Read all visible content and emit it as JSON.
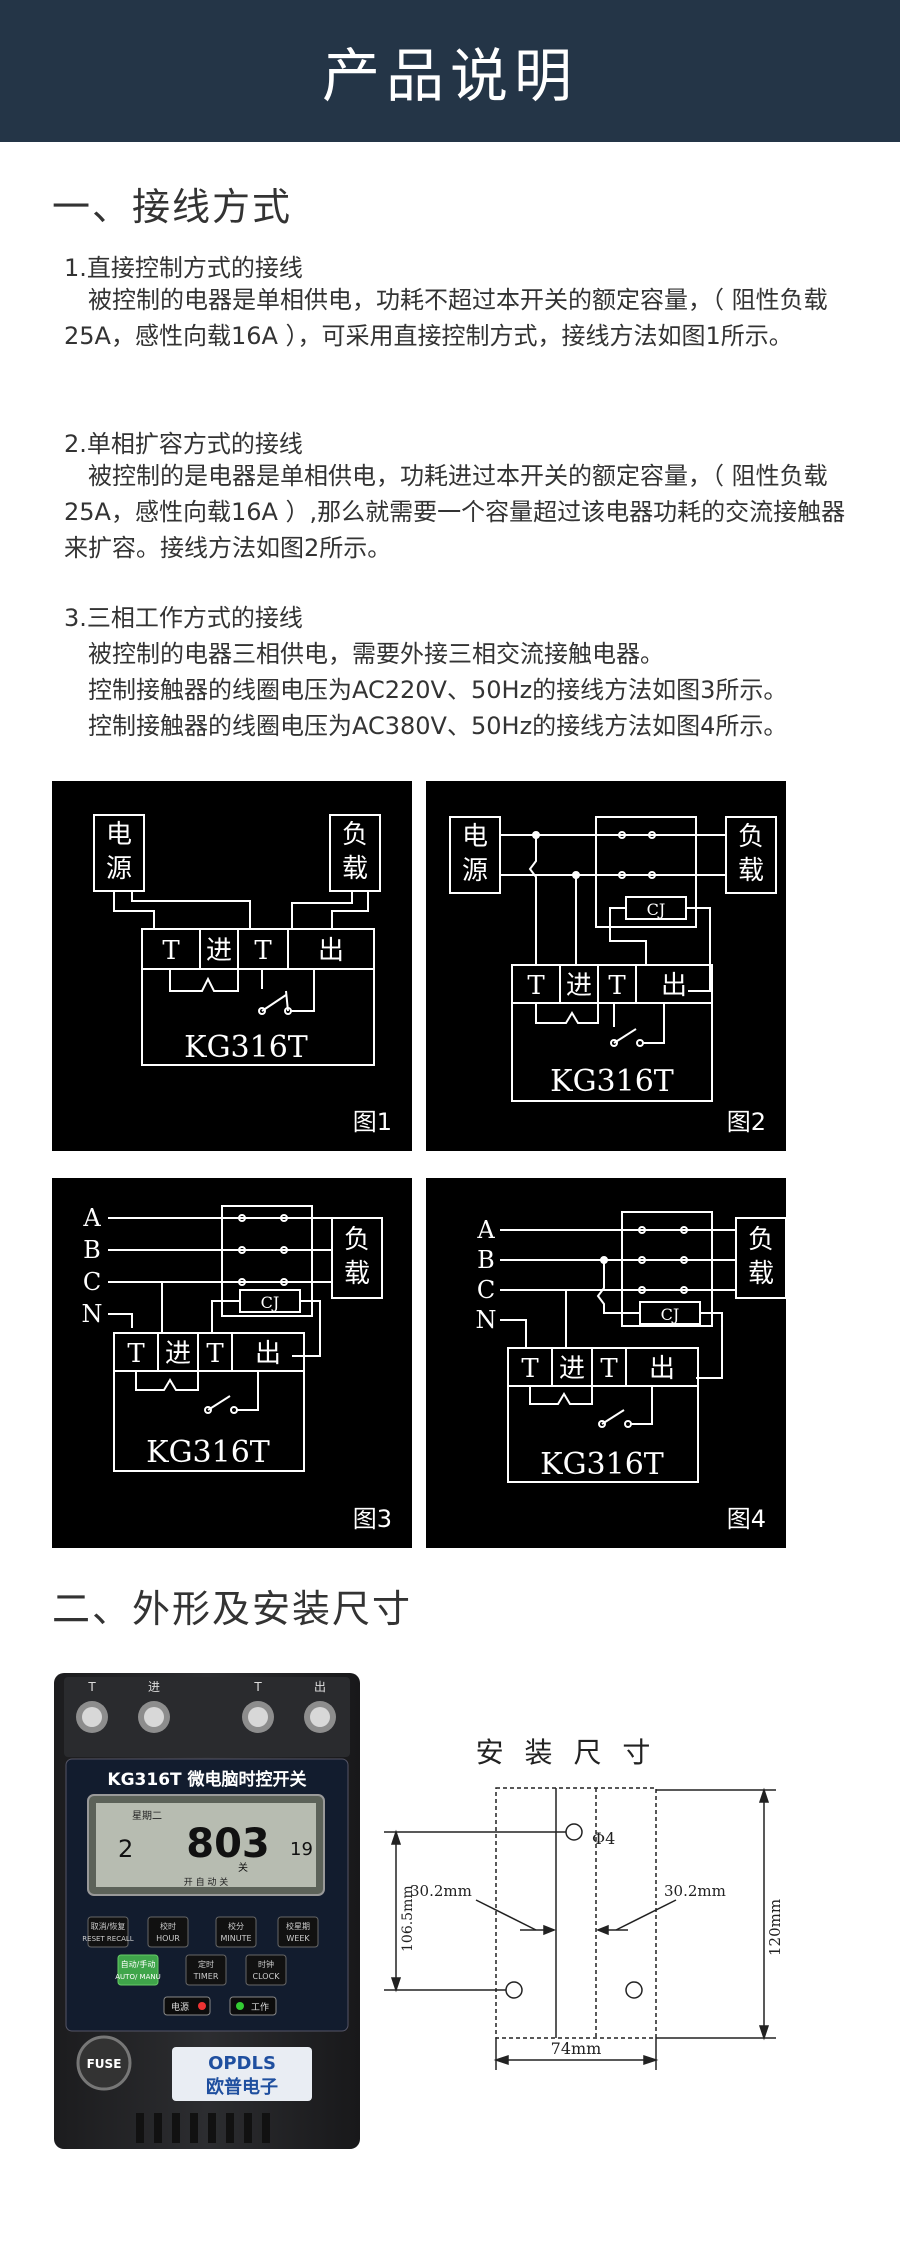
{
  "banner": {
    "title": "产品说明"
  },
  "section1": {
    "title": "一、接线方式",
    "items": [
      {
        "heading": "1.直接控制方式的接线",
        "text": "被控制的电器是单相供电，功耗不超过本开关的额定容量，（ 阻性负载25A，感性向载16A ），可采用直接控制方式，接线方法如图1所示。"
      },
      {
        "heading": "2.单相扩容方式的接线",
        "text": "被控制的是电器是单相供电，功耗进过本开关的额定容量，（ 阻性负载25A，感性向载16A ）,那么就需要一个容量超过该电器功耗的交流接触器来扩容。接线方法如图2所示。"
      },
      {
        "heading": "3.三相工作方式的接线",
        "lines": [
          "被控制的电器三相供电，需要外接三相交流接触电器。",
          "控制接触器的线圈电压为AC220V、50Hz的接线方法如图3所示。",
          "控制接触器的线圈电压为AC380V、50Hz的接线方法如图4所示。"
        ]
      }
    ]
  },
  "diagrams": {
    "power": [
      "电",
      "源"
    ],
    "load": [
      "负",
      "载"
    ],
    "terminals": [
      "T",
      "进",
      "T",
      "出"
    ],
    "model": "KG316T",
    "contactor": "CJ",
    "phases": [
      "A",
      "B",
      "C",
      "N"
    ],
    "captions": [
      "图1",
      "图2",
      "图3",
      "图4"
    ]
  },
  "section2": {
    "title": "二、外形及安装尺寸"
  },
  "device": {
    "top_labels": [
      "T",
      "进",
      "T",
      "出"
    ],
    "model_line": "KG316T 微电脑时控开关",
    "lcd_time": "803",
    "lcd_small": "19",
    "lcd_left": "2",
    "lcd_top": "星期二",
    "lcd_unit": "关",
    "lcd_mode": "开 自 动 关",
    "buttons_row1": [
      {
        "cn": "取消/恢复",
        "en": "RESET RECALL"
      },
      {
        "cn": "校时",
        "en": "HOUR"
      },
      {
        "cn": "校分",
        "en": "MINUTE"
      },
      {
        "cn": "校星期",
        "en": "WEEK"
      }
    ],
    "buttons_row2": [
      {
        "cn": "自动/手动",
        "en": "AUTO/ MANU"
      },
      {
        "cn": "定时",
        "en": "TIMER"
      },
      {
        "cn": "时钟",
        "en": "CLOCK"
      }
    ],
    "indicators": [
      "电源",
      "工作"
    ],
    "fuse": "FUSE",
    "brand_en": "OPDLS",
    "brand_cn": "欧普电子"
  },
  "dimensions": {
    "title": "安 装 尺 寸",
    "hole": "Φ4",
    "left_gap": "30.2mm",
    "right_gap": "30.2mm",
    "height_inner": "106.5mm",
    "height_outer": "120mm",
    "width": "74mm"
  }
}
